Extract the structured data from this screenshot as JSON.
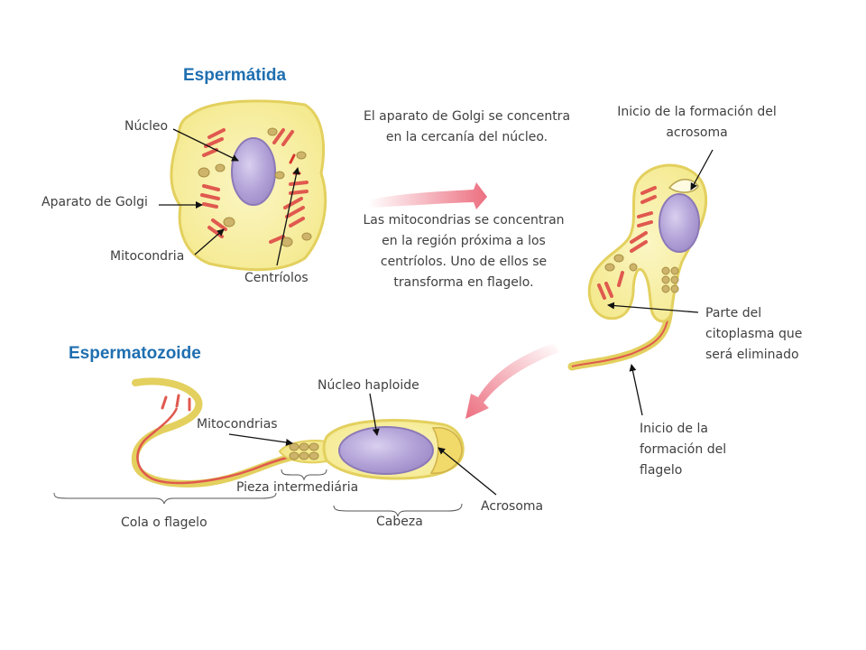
{
  "titles": {
    "spermatid": "Espermátida",
    "spermatozoon": "Espermatozoide"
  },
  "spermatid_labels": {
    "nucleus": "Núcleo",
    "golgi": "Aparato de  Golgi",
    "mitochondria": "Mitocondria",
    "centrioles": "Centríolos"
  },
  "process_text": {
    "golgi_step": "El aparato de Golgi se concentra en la cercanía del núcleo.",
    "mitochondria_step": "Las mitocondrias se concentran en la  región próxima  a los centríolos. Uno de ellos se transforma en flagelo."
  },
  "intermediate_labels": {
    "acrosome_start": "Inicio de la formación del acrosoma",
    "cytoplasm_removed": "Parte del citoplasma que será eliminado",
    "flagellum_start": "Inicio de la formación del flagelo"
  },
  "spermatozoon_labels": {
    "haploid_nucleus": "Núcleo haploide",
    "mitochondria": "Mitocondrias",
    "midpiece": "Pieza  intermediária",
    "tail": "Cola o flagelo",
    "head": "Cabeza",
    "acrosome": "Acrosoma"
  },
  "colors": {
    "cytoplasm": "#f7f0a0",
    "cytoplasm_edge": "#e6d35a",
    "nucleus": "#b7a6d9",
    "golgi": "#e0594f",
    "mitochondria": "#cdb46a",
    "arrow": "#ec7f8c",
    "title": "#1f6fb0"
  }
}
